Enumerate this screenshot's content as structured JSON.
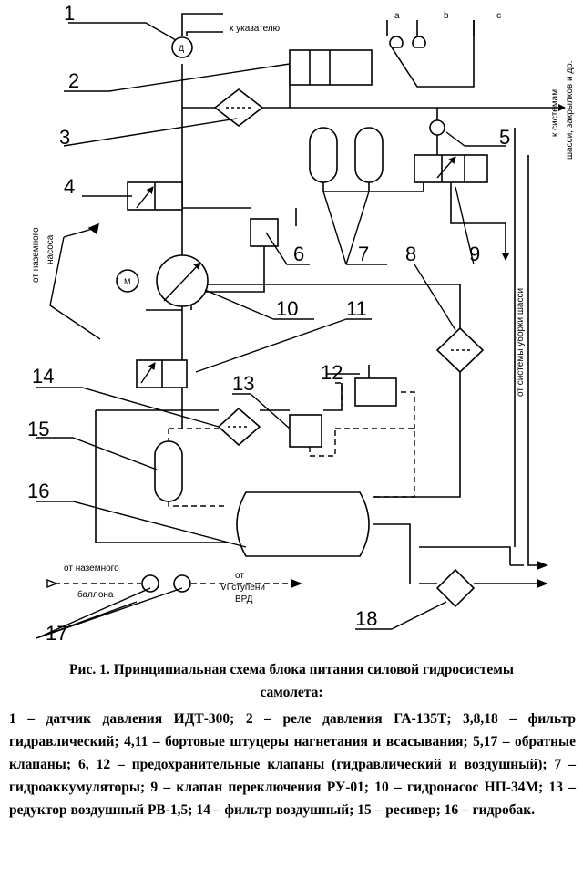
{
  "diagram": {
    "callouts": [
      "1",
      "2",
      "3",
      "4",
      "5",
      "6",
      "7",
      "8",
      "9",
      "10",
      "11",
      "12",
      "13",
      "14",
      "15",
      "16",
      "17",
      "18"
    ],
    "labels": {
      "to_indicator": "к указателю",
      "switch_a": "a",
      "switch_b": "b",
      "switch_c": "c",
      "to_systems_line1": "к системам",
      "to_systems_line2": "шасси, закрылков и др.",
      "ground_pump_line1": "от наземного",
      "ground_pump_line2": "насоса",
      "gear_retract": "от системы уборки шасси",
      "ground_tank_line1": "от наземного",
      "ground_tank_line2": "баллона",
      "engine_line1": "от",
      "engine_line2": "VI ступени",
      "engine_line3": "ВРД",
      "motor": "М",
      "sensor": "Д"
    }
  },
  "caption": {
    "title": "Рис. 1. Принципиальная схема блока питания силовой гидросистемы самолета:",
    "legend": "1 – датчик давления ИДТ-300; 2 – реле давления ГА-135Т; 3,8,18 – фильтр гидравлический; 4,11 – бортовые штуцеры нагнетания и всасывания; 5,17 – обратные клапаны; 6, 12 – предохранительные клапаны (гидравлический и воздушный); 7 – гидроаккумуляторы; 9 – клапан переключения РУ-01; 10 – гидронасос НП-34М; 13 – редуктор воздушный РВ-1,5; 14 – фильтр воздушный; 15 – ресивер; 16 – гидробак."
  }
}
